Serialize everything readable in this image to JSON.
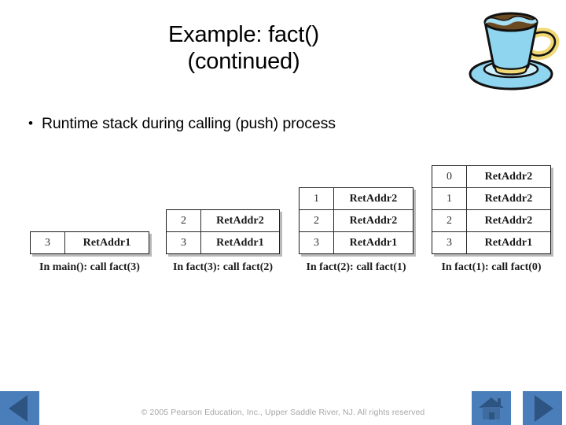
{
  "slide": {
    "title_lines": [
      "Example: fact()",
      "(continued)"
    ],
    "bullet_marker": "•",
    "bullet_text": "Runtime stack during calling (push) process",
    "footer": "© 2005 Pearson Education, Inc., Upper Saddle River, NJ.  All rights reserved",
    "background_color": "#ffffff",
    "text_color": "#000000",
    "footer_color": "#a6a6a6"
  },
  "diagram": {
    "name": "runtime-stack-push-sequence",
    "columns": [
      "index",
      "return_address"
    ],
    "stacks": [
      {
        "caption": "In main():  call  fact(3)",
        "rows": [
          {
            "index": "3",
            "address": "RetAddr1"
          }
        ]
      },
      {
        "caption": "In fact(3):  call  fact(2)",
        "rows": [
          {
            "index": "2",
            "address": "RetAddr2"
          },
          {
            "index": "3",
            "address": "RetAddr1"
          }
        ]
      },
      {
        "caption": "In fact(2):  call  fact(1)",
        "rows": [
          {
            "index": "1",
            "address": "RetAddr2"
          },
          {
            "index": "2",
            "address": "RetAddr2"
          },
          {
            "index": "3",
            "address": "RetAddr1"
          }
        ]
      },
      {
        "caption": "In fact(1):  call  fact(0)",
        "rows": [
          {
            "index": "0",
            "address": "RetAddr2"
          },
          {
            "index": "1",
            "address": "RetAddr2"
          },
          {
            "index": "2",
            "address": "RetAddr2"
          },
          {
            "index": "3",
            "address": "RetAddr1"
          }
        ]
      }
    ]
  },
  "nav": {
    "prev_label": "previous-slide",
    "home_label": "home",
    "next_label": "next-slide",
    "button_color": "#4a7ebb",
    "glyph_color": "#2e5481"
  },
  "clipart": {
    "name": "coffee-cup",
    "cup_color": "#8fd5ef",
    "handle_color": "#f5e6a0",
    "coffee_color": "#6b4a22",
    "outline_color": "#111111"
  }
}
